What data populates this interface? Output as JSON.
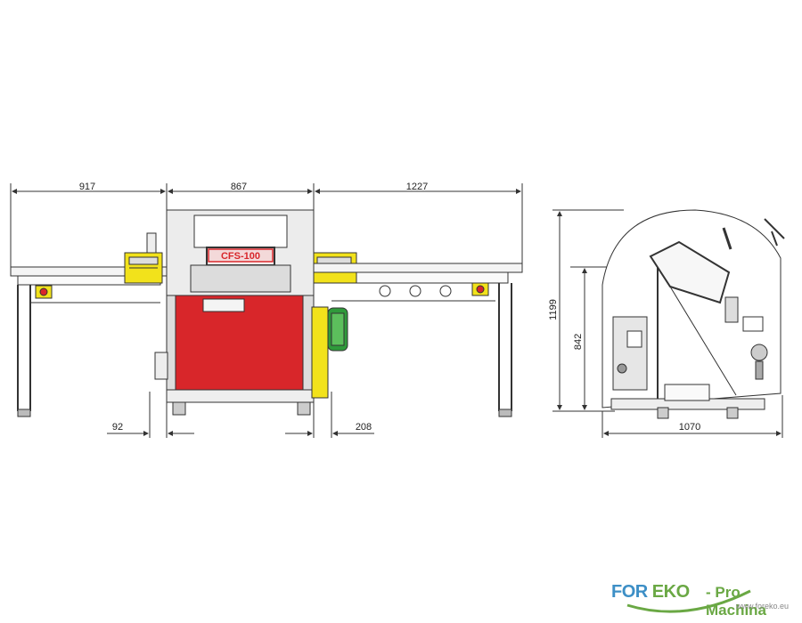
{
  "diagram": {
    "dimensions": {
      "left_table": "917",
      "machine_width": "867",
      "right_table": "1227",
      "left_offset": "92",
      "right_offset": "208",
      "total_height": "1199",
      "table_height": "842",
      "depth": "1070"
    },
    "machine_label": "CFS-100",
    "colors": {
      "line": "#333333",
      "red_panel": "#d8262a",
      "yellow": "#f2e21b",
      "green": "#2f9a3b",
      "panel_gray": "#dcdcdc"
    }
  },
  "brand": {
    "name_part1": "FOR",
    "name_part2": "EKO",
    "tagline": "- Pro Machina",
    "url": "www.foreko.eu"
  }
}
